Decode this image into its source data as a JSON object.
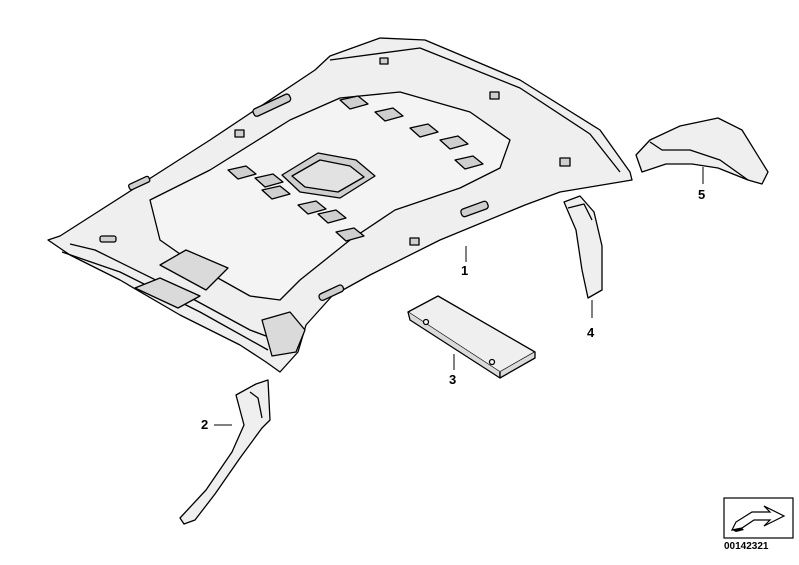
{
  "diagram": {
    "callouts": [
      {
        "id": "1",
        "label": "1"
      },
      {
        "id": "2",
        "label": "2"
      },
      {
        "id": "3",
        "label": "3"
      },
      {
        "id": "4",
        "label": "4"
      },
      {
        "id": "5",
        "label": "5"
      }
    ],
    "document_number": "00142321",
    "colors": {
      "line": "#000000",
      "fill": "#efefef",
      "fill_dark": "#cfcfcf",
      "background": "#ffffff"
    }
  }
}
